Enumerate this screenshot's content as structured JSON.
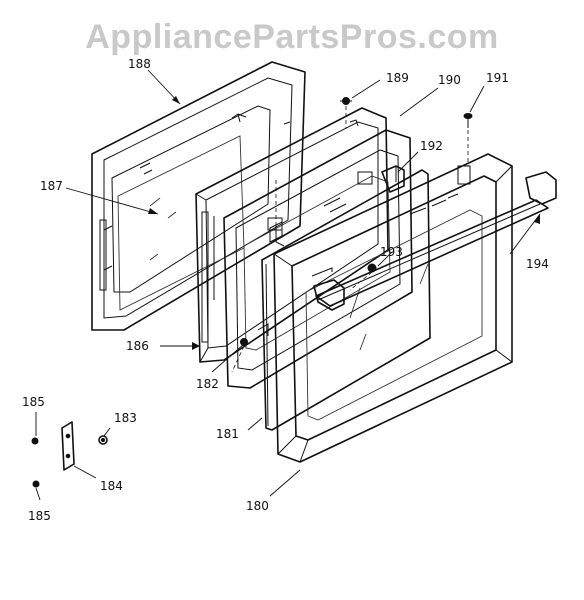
{
  "watermark": "AppliancePartsPros.com",
  "callouts": [
    {
      "id": "188",
      "label": "188"
    },
    {
      "id": "189",
      "label": "189"
    },
    {
      "id": "190",
      "label": "190"
    },
    {
      "id": "191",
      "label": "191"
    },
    {
      "id": "187",
      "label": "187"
    },
    {
      "id": "192",
      "label": "192"
    },
    {
      "id": "193",
      "label": "193"
    },
    {
      "id": "194",
      "label": "194"
    },
    {
      "id": "186",
      "label": "186"
    },
    {
      "id": "182",
      "label": "182"
    },
    {
      "id": "181",
      "label": "181"
    },
    {
      "id": "180",
      "label": "180"
    },
    {
      "id": "185a",
      "label": "185"
    },
    {
      "id": "183",
      "label": "183"
    },
    {
      "id": "184",
      "label": "184"
    },
    {
      "id": "185b",
      "label": "185"
    }
  ]
}
